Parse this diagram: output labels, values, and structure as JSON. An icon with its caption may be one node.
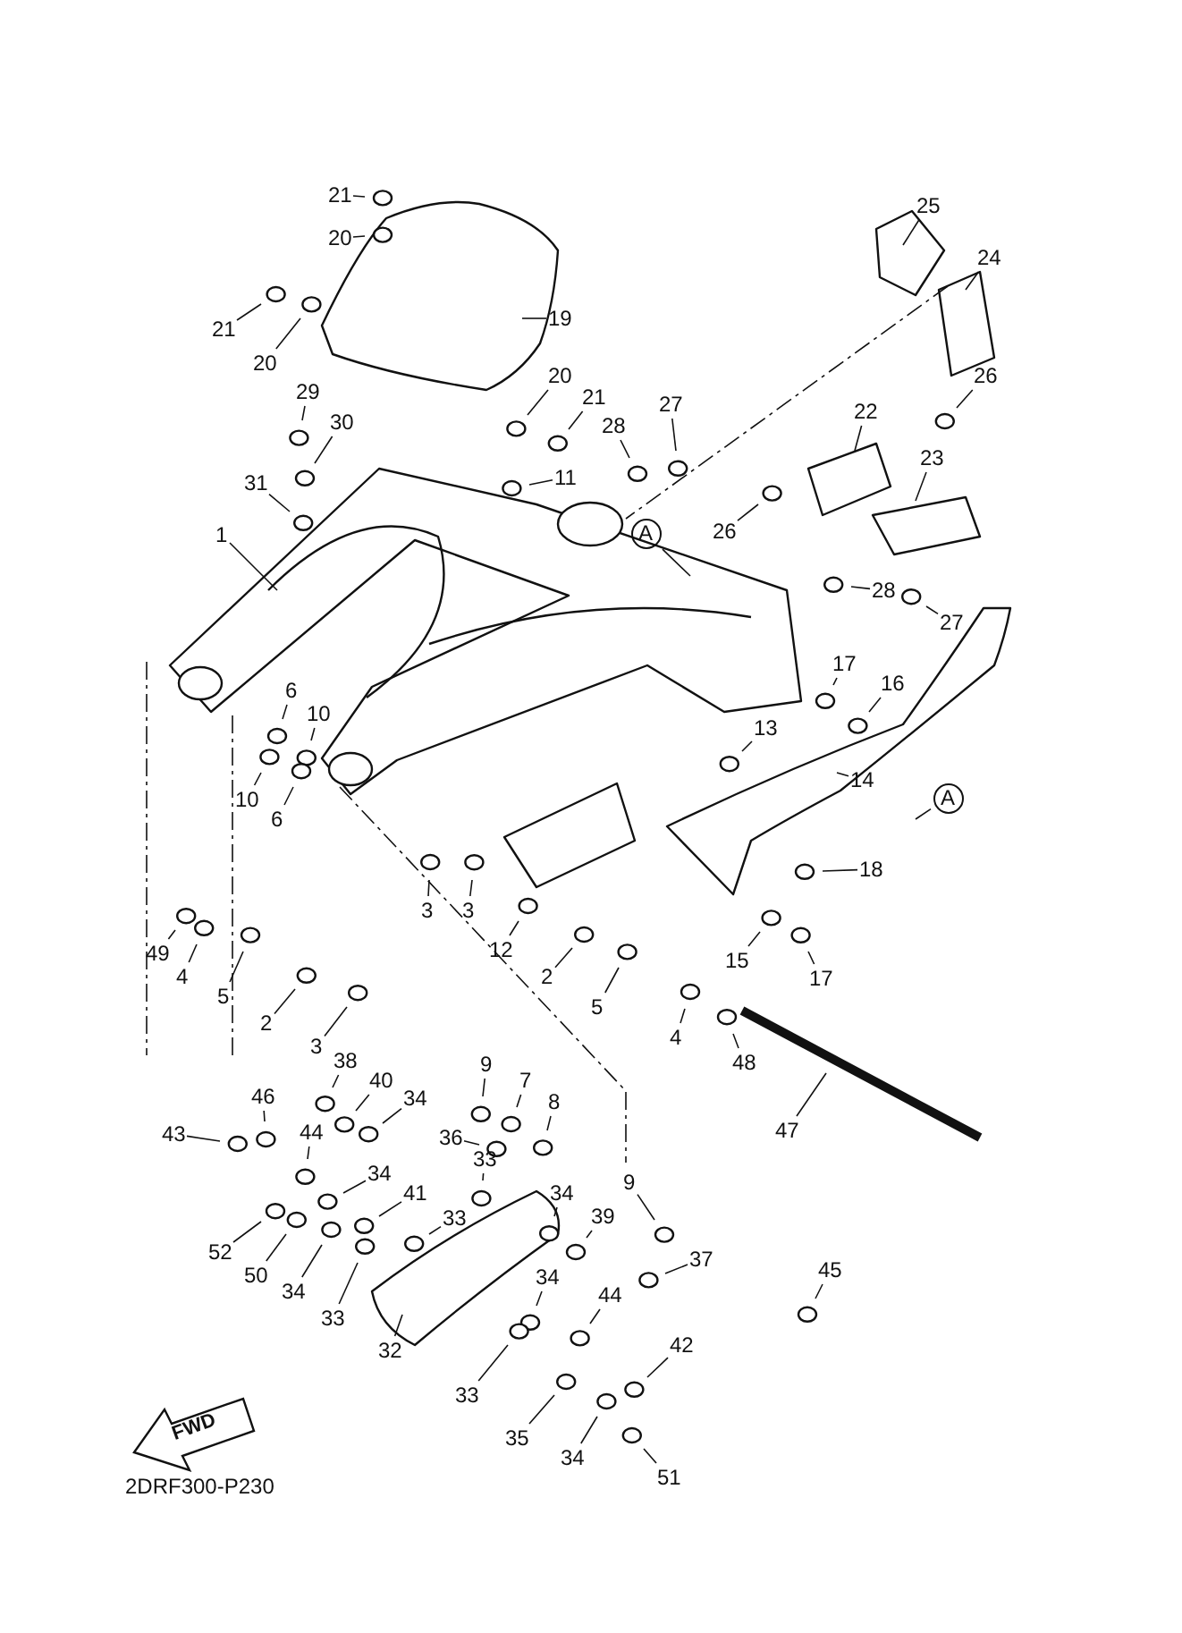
{
  "diagram": {
    "nodes": [
      {
        "text": [
          "21"
        ]
      },
      {
        "text": [
          "20"
        ]
      },
      {
        "text": [
          "25"
        ]
      },
      {
        "text": [
          "24"
        ]
      },
      {
        "text": [
          "21"
        ]
      },
      {
        "text": [
          "20"
        ]
      },
      {
        "text": [
          "19"
        ]
      },
      {
        "text": [
          "26"
        ]
      },
      {
        "text": [
          "20"
        ]
      },
      {
        "text": [
          "29"
        ]
      },
      {
        "text": [
          "21"
        ]
      },
      {
        "text": [
          "27"
        ]
      },
      {
        "text": [
          "30"
        ]
      },
      {
        "text": [
          "28"
        ]
      },
      {
        "text": [
          "22"
        ]
      },
      {
        "text": [
          "23"
        ]
      },
      {
        "text": [
          "31"
        ]
      },
      {
        "text": [
          "11"
        ]
      },
      {
        "text": [
          "26"
        ]
      },
      {
        "text": [
          "A"
        ]
      },
      {
        "text": [
          "1"
        ]
      },
      {
        "text": [
          "28"
        ]
      },
      {
        "text": [
          "27"
        ]
      },
      {
        "text": [
          "17"
        ]
      },
      {
        "text": [
          "16"
        ]
      },
      {
        "text": [
          "6"
        ]
      },
      {
        "text": [
          "10"
        ]
      },
      {
        "text": [
          "13"
        ]
      },
      {
        "text": [
          "14"
        ]
      },
      {
        "text": [
          "A"
        ]
      },
      {
        "text": [
          "10"
        ]
      },
      {
        "text": [
          "6"
        ]
      },
      {
        "text": [
          "18"
        ]
      },
      {
        "text": [
          "3"
        ]
      },
      {
        "text": [
          "3"
        ]
      },
      {
        "text": [
          "12"
        ]
      },
      {
        "text": [
          "49"
        ]
      },
      {
        "text": [
          "15"
        ]
      },
      {
        "text": [
          "4"
        ]
      },
      {
        "text": [
          "2"
        ]
      },
      {
        "text": [
          "17"
        ]
      },
      {
        "text": [
          "5"
        ]
      },
      {
        "text": [
          "5"
        ]
      },
      {
        "text": [
          "2"
        ]
      },
      {
        "text": [
          "4"
        ]
      },
      {
        "text": [
          "3"
        ]
      },
      {
        "text": [
          "38"
        ]
      },
      {
        "text": [
          "48"
        ]
      },
      {
        "text": [
          "9"
        ]
      },
      {
        "text": [
          "40"
        ]
      },
      {
        "text": [
          "7"
        ]
      },
      {
        "text": [
          "34"
        ]
      },
      {
        "text": [
          "8"
        ]
      },
      {
        "text": [
          "47"
        ]
      },
      {
        "text": [
          "46"
        ]
      },
      {
        "text": [
          "43"
        ]
      },
      {
        "text": [
          "44"
        ]
      },
      {
        "text": [
          "36"
        ]
      },
      {
        "text": [
          "33"
        ]
      },
      {
        "text": [
          "34"
        ]
      },
      {
        "text": [
          "34"
        ]
      },
      {
        "text": [
          "9"
        ]
      },
      {
        "text": [
          "41"
        ]
      },
      {
        "text": [
          "33"
        ]
      },
      {
        "text": [
          "39"
        ]
      },
      {
        "text": [
          "52"
        ]
      },
      {
        "text": [
          "37"
        ]
      },
      {
        "text": [
          "45"
        ]
      },
      {
        "text": [
          "50"
        ]
      },
      {
        "text": [
          "34"
        ]
      },
      {
        "text": [
          "34"
        ]
      },
      {
        "text": [
          "33"
        ]
      },
      {
        "text": [
          "44"
        ]
      },
      {
        "text": [
          "42"
        ]
      },
      {
        "text": [
          "32"
        ]
      },
      {
        "text": [
          "33"
        ]
      },
      {
        "text": [
          "35"
        ]
      },
      {
        "text": [
          "34"
        ]
      },
      {
        "text": [
          "51"
        ]
      }
    ],
    "edges": [
      {
        "from": 0,
        "to": null,
        "arrow": "none"
      },
      {
        "from": 1,
        "to": null,
        "arrow": "none"
      },
      {
        "from": 2,
        "to": null,
        "arrow": "none"
      },
      {
        "from": 3,
        "to": null,
        "arrow": "none"
      },
      {
        "from": 4,
        "to": null,
        "arrow": "none"
      },
      {
        "from": 5,
        "to": null,
        "arrow": "none"
      },
      {
        "from": 6,
        "to": null,
        "arrow": "none"
      },
      {
        "from": 7,
        "to": null,
        "arrow": "none"
      },
      {
        "from": 8,
        "to": null,
        "arrow": "none"
      },
      {
        "from": 9,
        "to": null,
        "arrow": "none"
      },
      {
        "from": 10,
        "to": null,
        "arrow": "none"
      },
      {
        "from": 11,
        "to": null,
        "arrow": "none"
      },
      {
        "from": 12,
        "to": null,
        "arrow": "none"
      },
      {
        "from": 13,
        "to": null,
        "arrow": "none"
      },
      {
        "from": 14,
        "to": null,
        "arrow": "none"
      },
      {
        "from": 15,
        "to": null,
        "arrow": "none"
      },
      {
        "from": 16,
        "to": null,
        "arrow": "none"
      },
      {
        "from": 17,
        "to": null,
        "arrow": "none"
      },
      {
        "from": 18,
        "to": null,
        "arrow": "none"
      },
      {
        "from": 19,
        "to": null,
        "arrow": "none"
      },
      {
        "from": 20,
        "to": null,
        "arrow": "none"
      },
      {
        "from": 21,
        "to": null,
        "arrow": "none"
      },
      {
        "from": 22,
        "to": null,
        "arrow": "none"
      },
      {
        "from": 23,
        "to": null,
        "arrow": "none"
      },
      {
        "from": 24,
        "to": null,
        "arrow": "none"
      },
      {
        "from": 25,
        "to": null,
        "arrow": "none"
      },
      {
        "from": 26,
        "to": null,
        "arrow": "none"
      },
      {
        "from": 27,
        "to": null,
        "arrow": "none"
      },
      {
        "from": 28,
        "to": null,
        "arrow": "none"
      },
      {
        "from": 29,
        "to": null,
        "arrow": "none"
      },
      {
        "from": 30,
        "to": null,
        "arrow": "none"
      },
      {
        "from": 31,
        "to": null,
        "arrow": "none"
      },
      {
        "from": 32,
        "to": null,
        "arrow": "none"
      },
      {
        "from": 33,
        "to": null,
        "arrow": "none"
      },
      {
        "from": 34,
        "to": null,
        "arrow": "none"
      },
      {
        "from": 35,
        "to": null,
        "arrow": "none"
      },
      {
        "from": 36,
        "to": null,
        "arrow": "none"
      },
      {
        "from": 37,
        "to": null,
        "arrow": "none"
      },
      {
        "from": 38,
        "to": null,
        "arrow": "none"
      },
      {
        "from": 39,
        "to": null,
        "arrow": "none"
      },
      {
        "from": 40,
        "to": null,
        "arrow": "none"
      },
      {
        "from": 41,
        "to": null,
        "arrow": "none"
      },
      {
        "from": 42,
        "to": null,
        "arrow": "none"
      },
      {
        "from": 43,
        "to": null,
        "arrow": "none"
      },
      {
        "from": 44,
        "to": null,
        "arrow": "none"
      },
      {
        "from": 45,
        "to": null,
        "arrow": "none"
      },
      {
        "from": 46,
        "to": null,
        "arrow": "none"
      },
      {
        "from": 47,
        "to": null,
        "arrow": "none"
      },
      {
        "from": 48,
        "to": null,
        "arrow": "none"
      },
      {
        "from": 49,
        "to": null,
        "arrow": "none"
      },
      {
        "from": 50,
        "to": null,
        "arrow": "none"
      },
      {
        "from": 51,
        "to": null,
        "arrow": "none"
      },
      {
        "from": 52,
        "to": null,
        "arrow": "none"
      },
      {
        "from": 53,
        "to": null,
        "arrow": "none"
      },
      {
        "from": 54,
        "to": null,
        "arrow": "none"
      },
      {
        "from": 55,
        "to": null,
        "arrow": "none"
      },
      {
        "from": 56,
        "to": null,
        "arrow": "none"
      },
      {
        "from": 57,
        "to": null,
        "arrow": "none"
      },
      {
        "from": 58,
        "to": null,
        "arrow": "none"
      },
      {
        "from": 59,
        "to": null,
        "arrow": "none"
      },
      {
        "from": 60,
        "to": null,
        "arrow": "none"
      },
      {
        "from": 61,
        "to": null,
        "arrow": "none"
      },
      {
        "from": 62,
        "to": null,
        "arrow": "none"
      },
      {
        "from": 63,
        "to": null,
        "arrow": "none"
      },
      {
        "from": 64,
        "to": null,
        "arrow": "none"
      },
      {
        "from": 65,
        "to": null,
        "arrow": "none"
      },
      {
        "from": 66,
        "to": null,
        "arrow": "none"
      },
      {
        "from": 67,
        "to": null,
        "arrow": "none"
      },
      {
        "from": 68,
        "to": null,
        "arrow": "none"
      },
      {
        "from": 69,
        "to": null,
        "arrow": "none"
      },
      {
        "from": 70,
        "to": null,
        "arrow": "none"
      },
      {
        "from": 71,
        "to": null,
        "arrow": "none"
      },
      {
        "from": 72,
        "to": null,
        "arrow": "none"
      },
      {
        "from": 73,
        "to": null,
        "arrow": "none"
      },
      {
        "from": 74,
        "to": null,
        "arrow": "none"
      },
      {
        "from": 75,
        "to": null,
        "arrow": "none"
      },
      {
        "from": 76,
        "to": null,
        "arrow": "none"
      },
      {
        "from": 77,
        "to": null,
        "arrow": "none"
      },
      {
        "from": 78,
        "to": null,
        "arrow": "none"
      }
    ],
    "labels": [
      "FWD",
      "2DRF300-P230"
    ]
  }
}
